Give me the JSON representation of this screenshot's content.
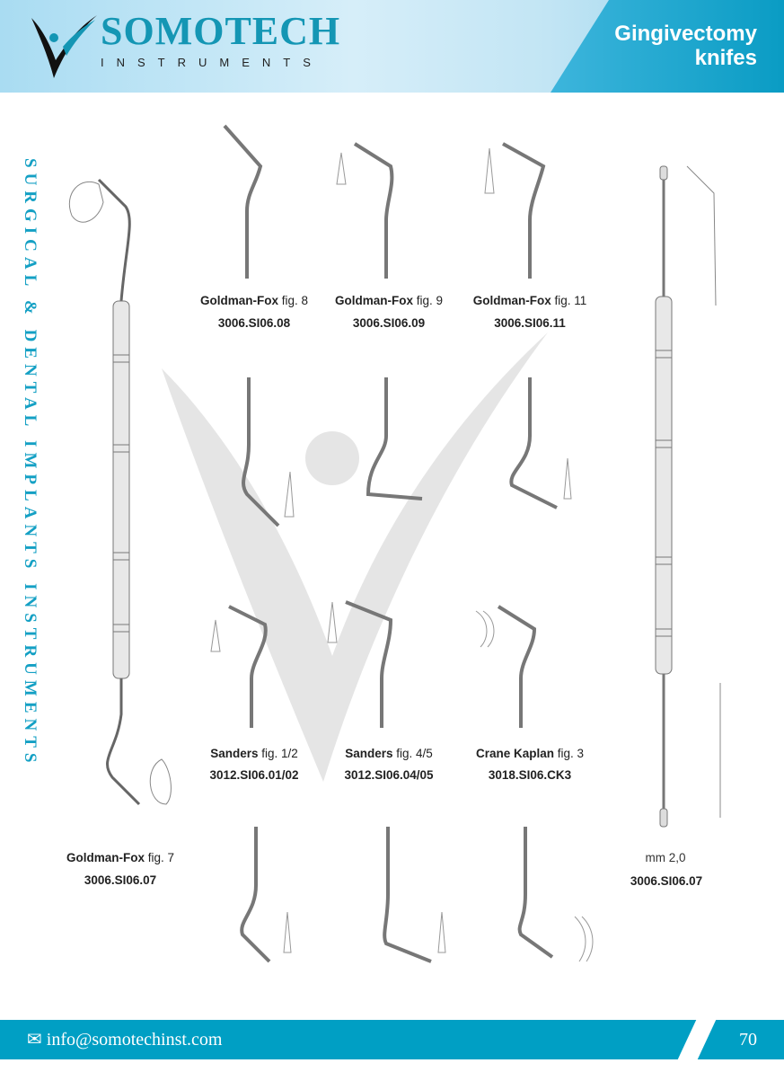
{
  "header": {
    "brand": "SOMOTECH",
    "brand_sub": "INSTRUMENTS",
    "title_line1": "Gingivectomy",
    "title_line2": "knifes"
  },
  "side_text": "SURGICAL & DENTAL IMPLANTS INSTRUMENTS",
  "products": [
    {
      "name": "Goldman-Fox",
      "fig": "fig. 8",
      "code": "3006.SI06.08"
    },
    {
      "name": "Goldman-Fox",
      "fig": "fig. 9",
      "code": "3006.SI06.09"
    },
    {
      "name": "Goldman-Fox",
      "fig": "fig. 11",
      "code": "3006.SI06.11"
    },
    {
      "name": "Sanders",
      "fig": "fig. 1/2",
      "code": "3012.SI06.01/02"
    },
    {
      "name": "Sanders",
      "fig": "fig. 4/5",
      "code": "3012.SI06.04/05"
    },
    {
      "name": "Crane Kaplan",
      "fig": "fig. 3",
      "code": "3018.SI06.CK3"
    },
    {
      "name": "Goldman-Fox",
      "fig": "fig. 7",
      "code": "3006.SI06.07"
    }
  ],
  "right_item": {
    "size": "mm 2,0",
    "code": "3006.SI06.07"
  },
  "footer": {
    "email": "info@somotechinst.com",
    "page": "70"
  }
}
